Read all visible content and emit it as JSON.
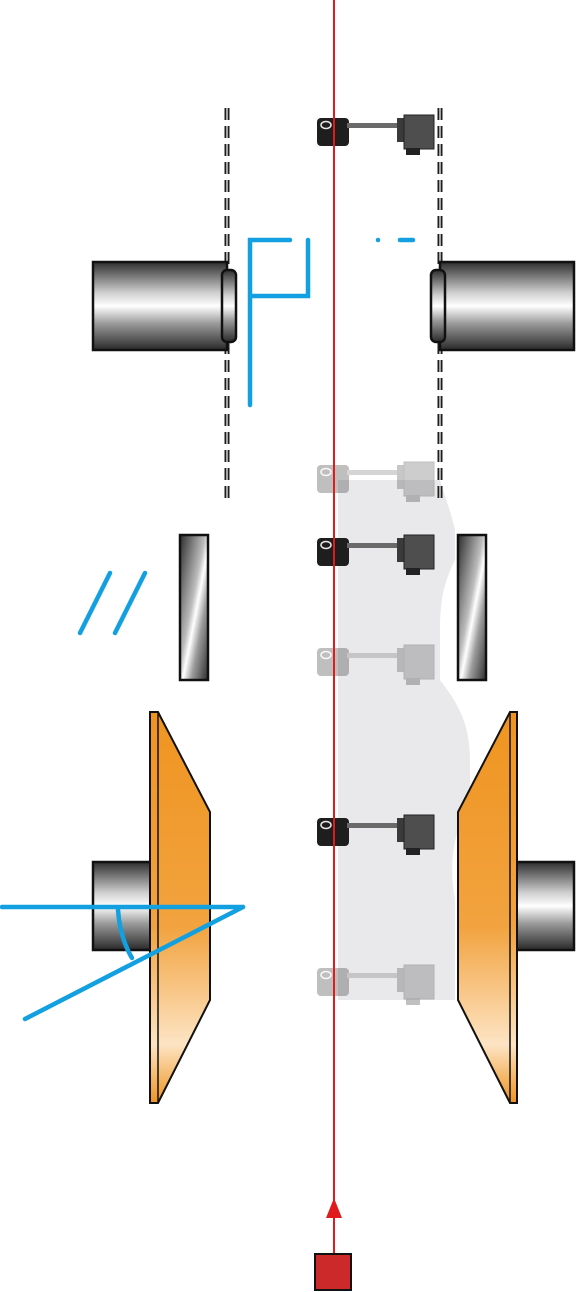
{
  "diagram": {
    "colors": {
      "beam": "#e01b1b",
      "source": "#cc2a2a",
      "annotation": "#12a0e0",
      "cone_orange": "#ef9420",
      "metal_dark": "#2b2b2b",
      "metal_mid": "#8a8a8a",
      "metal_light": "#f2f2f2",
      "sensor_dark": "#1e1e1e",
      "sensor_grey": "#5a5a5a",
      "ghost": "#cfcfcf",
      "shadow_region": "#e9e9ec"
    },
    "components": [
      "laser-source",
      "laser-beam",
      "upper-roller-left",
      "upper-roller-right",
      "dashed-guide-left",
      "dashed-guide-right",
      "flat-plate-left",
      "flat-plate-right",
      "conical-disc-left",
      "conical-disc-right",
      "sensor-head"
    ],
    "icons": [
      "arrow-up-icon",
      "parallel-marks-icon",
      "angle-marks-icon",
      "perpendicular-marks-icon"
    ]
  }
}
